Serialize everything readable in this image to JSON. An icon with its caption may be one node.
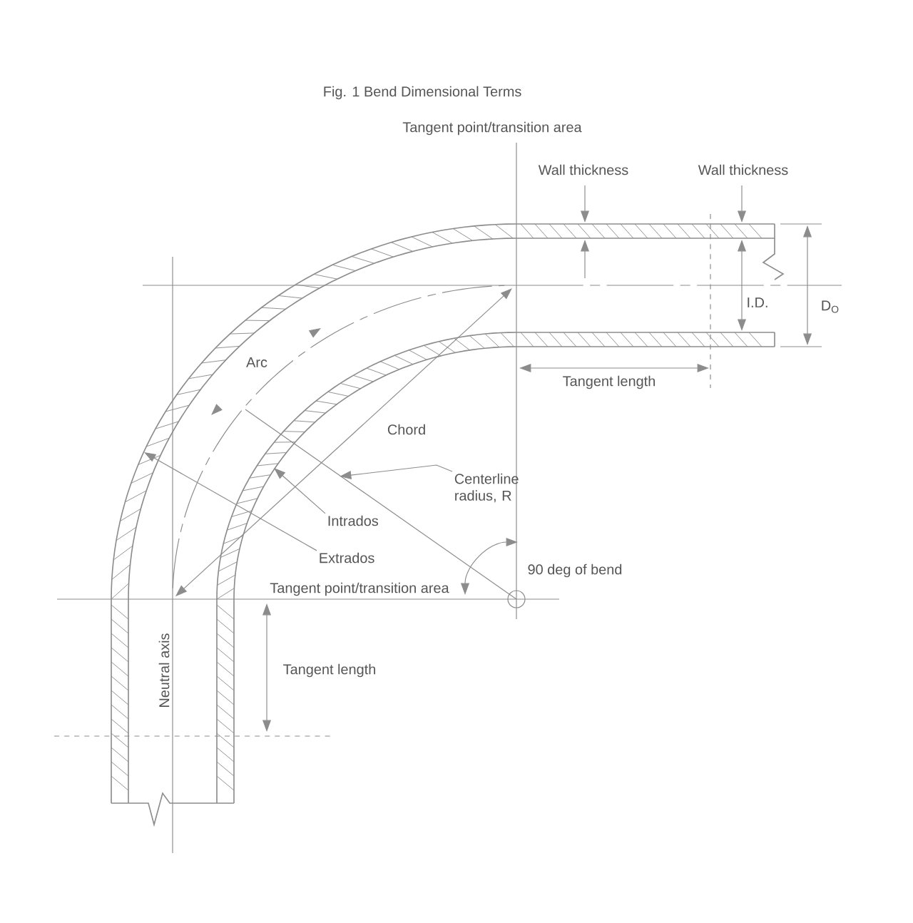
{
  "diagram": {
    "title": "Fig. 1 Bend Dimensional Terms",
    "nodes": [
      {
        "text": [
          "Centerline radius, R"
        ]
      },
      {
        "text": [
          "Intrados"
        ]
      },
      {
        "text": [
          "Extrados"
        ]
      }
    ],
    "edges": [
      {
        "from": 0,
        "to": null,
        "arrow": "to"
      },
      {
        "from": 1,
        "to": null,
        "arrow": "to"
      },
      {
        "from": 2,
        "to": null,
        "arrow": "to"
      }
    ],
    "labels": [
      "Tangent point/transition area",
      "Wall thickness",
      "Wall thickness",
      "D$_{O}$",
      "I.D.",
      "Tangent length",
      "Arc",
      "Chord",
      "90 deg of bend",
      "Tangent point/transition area",
      "Neutral axis",
      "Tangent length"
    ]
  }
}
